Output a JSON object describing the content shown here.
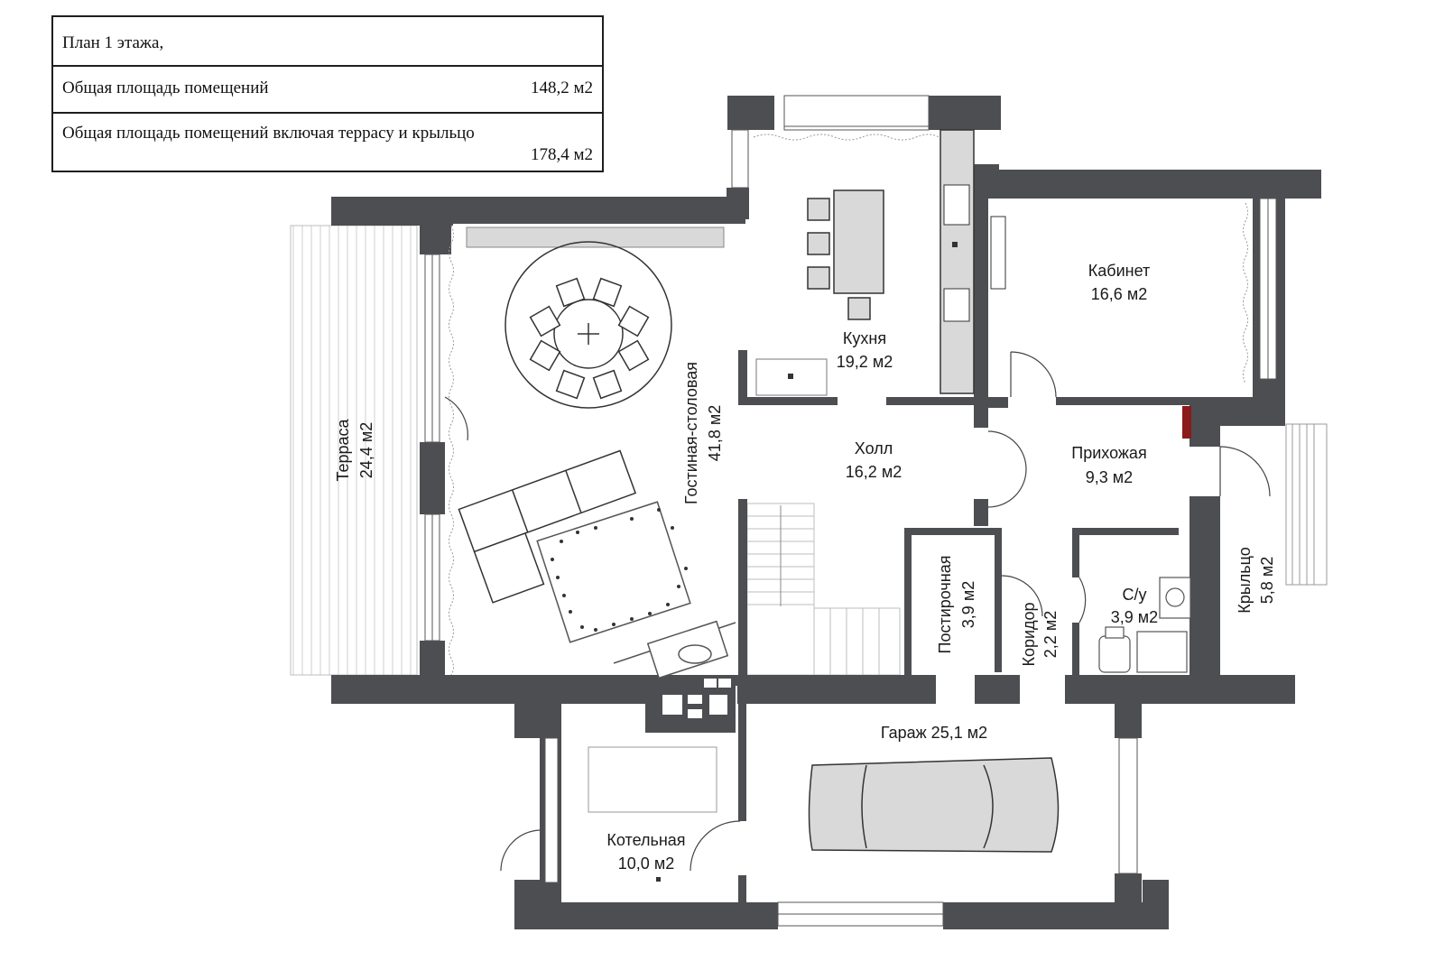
{
  "summary": {
    "title": "План 1 этажа,",
    "total_area_label": "Общая площадь помещений",
    "total_area_value": "148,2 м2",
    "total_with_terrace_label": "Общая площадь помещений включая террасу и крыльцо",
    "total_with_terrace_value": "178,4 м2"
  },
  "rooms": {
    "terrace": {
      "name": "Терраса",
      "area": "24,4 м2"
    },
    "living": {
      "name": "Гостиная-столовая",
      "area": "41,8 м2"
    },
    "kitchen": {
      "name": "Кухня",
      "area": "19,2 м2"
    },
    "hall": {
      "name": "Холл",
      "area": "16,2 м2"
    },
    "study": {
      "name": "Кабинет",
      "area": "16,6 м2"
    },
    "entrance": {
      "name": "Прихожая",
      "area": "9,3 м2"
    },
    "laundry": {
      "name": "Постирочная",
      "area": "3,9 м2"
    },
    "corridor": {
      "name": "Коридор",
      "area": "2,2 м2"
    },
    "wc": {
      "name": "С/у",
      "area": "3,9 м2"
    },
    "porch": {
      "name": "Крыльцо",
      "area": "5,8 м2"
    },
    "garage": {
      "name": "Гараж 25,1 м2"
    },
    "boiler": {
      "name": "Котельная",
      "area": "10,0 м2"
    }
  },
  "colors": {
    "wall": "#4d4e52",
    "line": "#333333",
    "furniture": "#d9d9d9",
    "accent_red": "#8b1a1a"
  }
}
